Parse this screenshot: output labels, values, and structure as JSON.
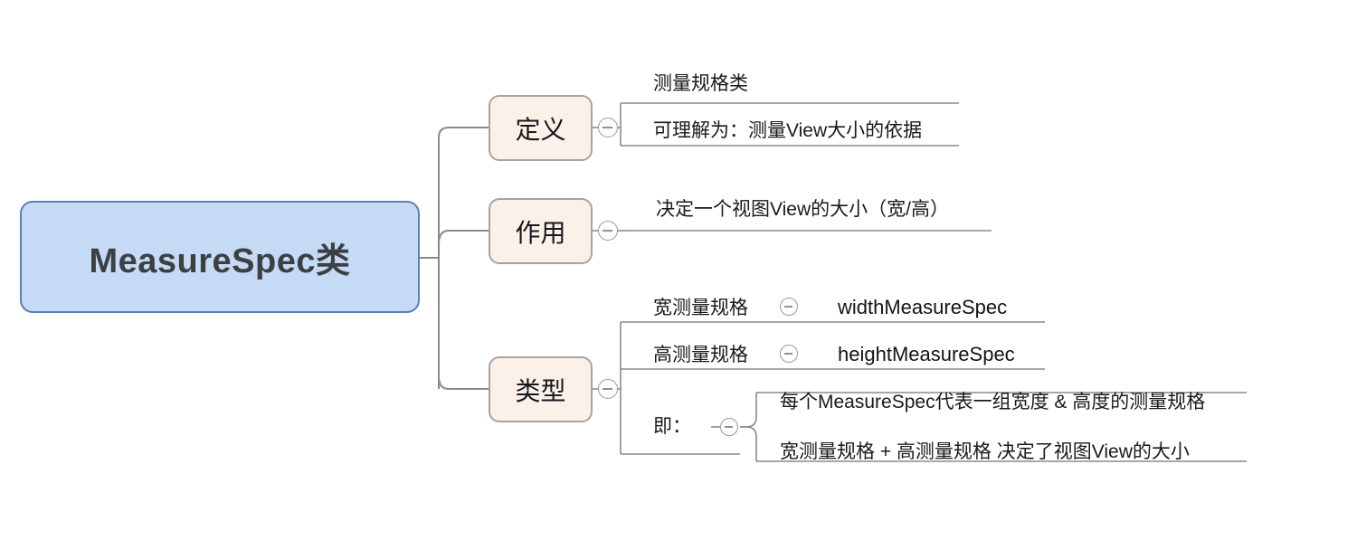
{
  "diagram": {
    "type": "mindmap",
    "title": "MeasureSpec类",
    "root": {
      "label": "MeasureSpec类",
      "fill": "#c5daf5",
      "stroke": "#5b7fb9"
    },
    "branch_fill": "#fbf1e9",
    "branch_stroke": "#a9a39c",
    "wire_color": "#8a8a8a",
    "branches": [
      {
        "label": "定义",
        "toggle": "collapse-toggle-icon",
        "leaves": [
          {
            "text": "测量规格类"
          },
          {
            "text": "可理解为：测量View大小的依据"
          }
        ]
      },
      {
        "label": "作用",
        "toggle": "collapse-toggle-icon",
        "leaves": [
          {
            "text": "决定一个视图View的大小（宽/高）"
          }
        ]
      },
      {
        "label": "类型",
        "toggle": "collapse-toggle-icon",
        "leaves": [
          {
            "text": "宽测量规格",
            "toggle": "collapse-toggle-icon",
            "value": "widthMeasureSpec"
          },
          {
            "text": "高测量规格",
            "toggle": "collapse-toggle-icon",
            "value": "heightMeasureSpec"
          },
          {
            "text": "即：",
            "toggle": "collapse-toggle-icon",
            "children": [
              {
                "text": "每个MeasureSpec代表一组宽度 & 高度的测量规格"
              },
              {
                "text": "宽测量规格 + 高测量规格 决定了视图View的大小"
              }
            ]
          }
        ]
      }
    ]
  }
}
